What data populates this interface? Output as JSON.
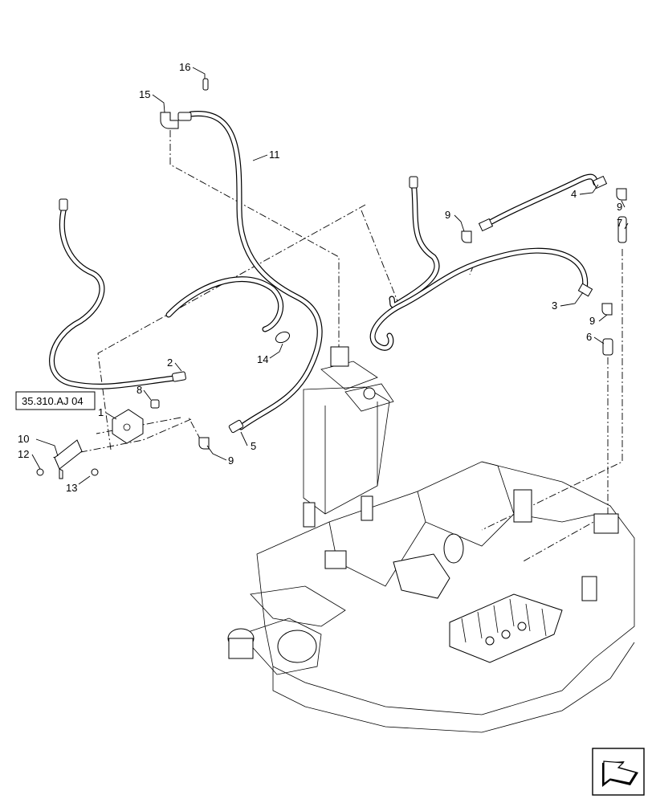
{
  "diagram": {
    "reference_box": "35.310.AJ 04",
    "callouts": [
      {
        "id": "c16",
        "label": "16"
      },
      {
        "id": "c15",
        "label": "15"
      },
      {
        "id": "c11",
        "label": "11"
      },
      {
        "id": "c4",
        "label": "4"
      },
      {
        "id": "c9a",
        "label": "9"
      },
      {
        "id": "c9b",
        "label": "9"
      },
      {
        "id": "c7",
        "label": "7"
      },
      {
        "id": "c3",
        "label": "3"
      },
      {
        "id": "c9c",
        "label": "9"
      },
      {
        "id": "c6",
        "label": "6"
      },
      {
        "id": "c14",
        "label": "14"
      },
      {
        "id": "c2",
        "label": "2"
      },
      {
        "id": "c8",
        "label": "8"
      },
      {
        "id": "c1",
        "label": "1"
      },
      {
        "id": "c5",
        "label": "5"
      },
      {
        "id": "c9d",
        "label": "9"
      },
      {
        "id": "c10",
        "label": "10"
      },
      {
        "id": "c12",
        "label": "12"
      },
      {
        "id": "c13",
        "label": "13"
      }
    ],
    "nav_icon": "arrow-back-icon"
  }
}
